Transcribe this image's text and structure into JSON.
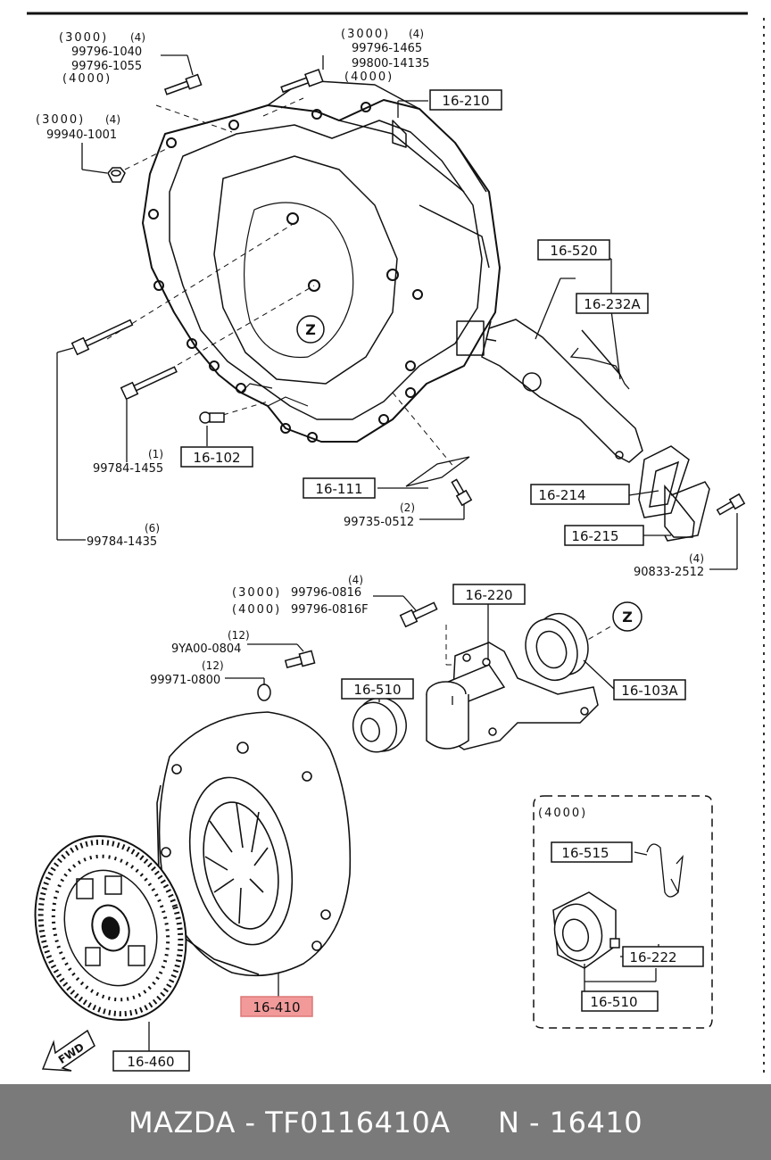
{
  "callouts": {
    "c16_210": "16-210",
    "c16_520": "16-520",
    "c16_232a": "16-232A",
    "c16_102": "16-102",
    "c16_111": "16-111",
    "c16_214": "16-214",
    "c16_215": "16-215",
    "c16_220": "16-220",
    "c16_103a": "16-103A",
    "c16_510": "16-510",
    "c16_410": "16-410",
    "c16_460": "16-460",
    "c16_515": "16-515",
    "c16_222": "16-222",
    "c16_510b": "16-510"
  },
  "parts": {
    "p1_tag1": "(3000)",
    "p1_qty": "(4)",
    "p1_a": "99796-1040",
    "p1_b": "99796-1055",
    "p1_tag2": "(4000)",
    "p2_tag1": "(3000)",
    "p2_qty": "(4)",
    "p2_a": "99796-1465",
    "p2_b": "99800-14135",
    "p2_tag2": "(4000)",
    "p3_tag": "(3000)",
    "p3_qty": "(4)",
    "p3_a": "99940-1001",
    "p4_qty": "(1)",
    "p4_a": "99784-1455",
    "p5_qty": "(6)",
    "p5_a": "99784-1435",
    "p6_qty": "(2)",
    "p6_a": "99735-0512",
    "p7_qty": "(4)",
    "p7_a": "90833-2512",
    "p8_qty": "(4)",
    "p8_tag1": "(3000)",
    "p8_a": "99796-0816",
    "p8_tag2": "(4000)",
    "p8_b": "99796-0816F",
    "p9_qty": "(12)",
    "p9_a": "9YA00-0804",
    "p10_qty": "(12)",
    "p10_a": "99971-0800"
  },
  "markers": {
    "z1": "Z",
    "z2": "Z",
    "fwd": "FWD"
  },
  "inset": {
    "title": "(4000)"
  },
  "footer": {
    "brand": "MAZDA",
    "part_number": "TF0116410A",
    "ref": "N - 16410"
  },
  "colors": {
    "highlight": "#f29a9a",
    "footer_bg": "#7a7a7a"
  }
}
